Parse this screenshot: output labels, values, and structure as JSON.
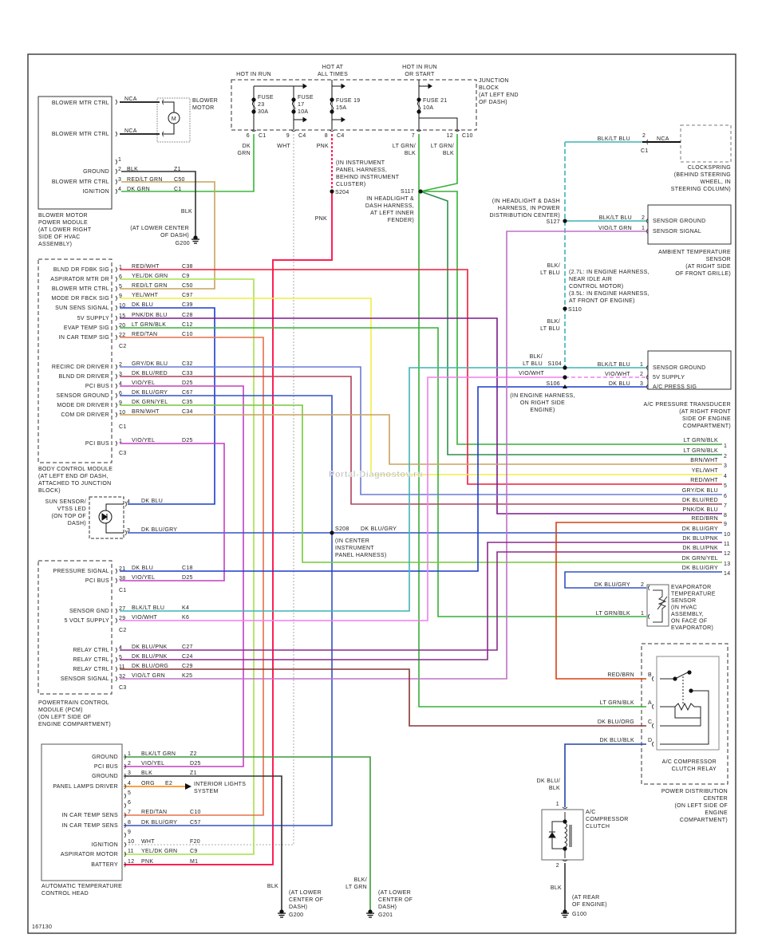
{
  "diagram_id": "167130",
  "watermark": "Portal-Diagnostov.ru",
  "junction_block": {
    "name": [
      "JUNCTION",
      "BLOCK",
      "(AT LEFT END",
      "OF DASH)"
    ],
    "feeds": {
      "hot_in_run": [
        "HOT IN RUN"
      ],
      "hot_at_all_times": [
        "HOT AT",
        "ALL TIMES"
      ],
      "hot_in_run_or_start": [
        "HOT IN RUN",
        "OR START"
      ]
    },
    "fuses": [
      {
        "label": [
          "FUSE",
          "23",
          "30A"
        ]
      },
      {
        "label": [
          "FUSE",
          "17",
          "10A"
        ]
      },
      {
        "label": [
          "FUSE 19",
          "15A"
        ]
      },
      {
        "label": [
          "FUSE 21",
          "10A"
        ]
      }
    ],
    "outputs": [
      {
        "pin": "6",
        "conn": "C1",
        "color": [
          "DK",
          "GRN"
        ]
      },
      {
        "pin": "9",
        "conn": "C4",
        "color": [
          "WHT"
        ]
      },
      {
        "pin": "8",
        "conn": "C4",
        "color": [
          "PNK"
        ]
      },
      {
        "pin": "7",
        "conn": "",
        "color": [
          "LT GRN/",
          "BLK"
        ]
      },
      {
        "pin": "12",
        "conn": "C10",
        "color": [
          "LT GRN/",
          "BLK"
        ]
      }
    ]
  },
  "blower_module": {
    "name": [
      "BLOWER MOTOR",
      "POWER MODULE",
      "(AT LOWER RIGHT",
      "SIDE OF HVAC",
      "ASSEMBLY)"
    ],
    "motor_pins": [
      {
        "label": "BLOWER MTR CTRL",
        "wire": "NCA"
      },
      {
        "label": "BLOWER MTR CTRL",
        "wire": "NCA"
      }
    ],
    "pins": [
      {
        "num": "1",
        "label": "",
        "color": "",
        "circuit": ""
      },
      {
        "num": "2",
        "label": "GROUND",
        "color": "BLK",
        "circuit": "Z1"
      },
      {
        "num": "3",
        "label": "BLOWER MTR CTRL",
        "color": "RED/LT GRN",
        "circuit": "C50"
      },
      {
        "num": "4",
        "label": "IGNITION",
        "color": "DK GRN",
        "circuit": "C1"
      }
    ]
  },
  "blower_motor": {
    "name": [
      "BLOWER",
      "MOTOR"
    ],
    "symbol": "M"
  },
  "ground_g200_upper": {
    "wire": "BLK",
    "location": [
      "(AT LOWER CENTER",
      "OF DASH)"
    ],
    "id": "G200"
  },
  "splices": {
    "s204": {
      "id": "S204",
      "note": [
        "(IN INSTRUMENT",
        "PANEL HARNESS,",
        "BEHIND INSTRUMENT",
        "CLUSTER)"
      ],
      "wire_below": "PNK"
    },
    "s117": {
      "id": "S117",
      "note": [
        "IN HEADLIGHT &",
        "DASH HARNESS,",
        "AT LEFT INNER",
        "FENDER)"
      ]
    },
    "s127": {
      "id": "S127",
      "note": [
        "(IN HEADLIGHT & DASH",
        "HARNESS, IN POWER",
        "DISTRIBUTION CENTER)"
      ]
    },
    "s110": {
      "id": "S110",
      "wire_above": [
        "BLK/",
        "LT BLU"
      ],
      "note": [
        "(2.7L: IN ENGINE HARNESS,",
        "NEAR IDLE AIR",
        "CONTROL MOTOR)",
        "(3.5L: IN ENGINE HARNESS,",
        "AT FRONT OF ENGINE)"
      ],
      "wire_below": [
        "BLK/",
        "LT BLU"
      ]
    },
    "s104": {
      "id": "S104",
      "wire": [
        "BLK/",
        "LT BLU"
      ]
    },
    "s106": {
      "id": "S106",
      "wire": "VIO/WHT",
      "note": [
        "(IN ENGINE HARNESS,",
        "ON RIGHT SIDE",
        "ENGINE)"
      ]
    },
    "s208": {
      "id": "S208",
      "wire": "DK BLU/GRY",
      "note": [
        "(IN CENTER",
        "INSTRUMENT",
        "PANEL HARNESS)"
      ]
    }
  },
  "clockspring": {
    "name": [
      "CLOCKSPRING",
      "(BEHIND STEERING",
      "WHEEL, IN",
      "STEERING COLUMN)"
    ],
    "pin": "2",
    "conn": "C1",
    "wire": "BLK/LT BLU",
    "nca": "NCA"
  },
  "ambient_sensor": {
    "name": [
      "AMBIENT TEMPERATURE",
      "SENSOR",
      "(AT RIGHT SIDE",
      "OF FRONT GRILLE)"
    ],
    "pins": [
      {
        "num": "2",
        "label": "SENSOR GROUND",
        "color": "BLK/LT BLU"
      },
      {
        "num": "1",
        "label": "SENSOR SIGNAL",
        "color": "VIO/LT GRN"
      }
    ]
  },
  "pressure_transducer": {
    "name": [
      "A/C PRESSURE TRANSDUCER",
      "(AT RIGHT FRONT",
      "SIDE OF ENGINE",
      "COMPARTMENT)"
    ],
    "pins": [
      {
        "num": "1",
        "label": "SENSOR GROUND",
        "color": "BLK/LT BLU"
      },
      {
        "num": "2",
        "label": "5V SUPPLY",
        "color": "VIO/WHT"
      },
      {
        "num": "3",
        "label": "A/C PRESS SIG",
        "color": "DK BLU"
      }
    ]
  },
  "bcm": {
    "name": [
      "BODY CONTROL MODULE",
      "(AT LEFT END OF DASH,",
      "ATTACHED TO JUNCTION",
      "BLOCK)"
    ],
    "connectors": [
      {
        "id": "C2",
        "pins": [
          {
            "num": "1",
            "label": "BLND DR FDBK SIG",
            "color": "RED/WHT",
            "circuit": "C38"
          },
          {
            "num": "6",
            "label": "ASPIRATOR MTR DR",
            "color": "YEL/DK GRN",
            "circuit": "C9"
          },
          {
            "num": "5",
            "label": "BLOWER MTR CTRL",
            "color": "RED/LT GRN",
            "circuit": "C50"
          },
          {
            "num": "9",
            "label": "MODE DR FBCK SIG",
            "color": "YEL/WHT",
            "circuit": "C97"
          },
          {
            "num": "10",
            "label": "SUN SENS SIGNAL",
            "color": "DK BLU",
            "circuit": "C39"
          },
          {
            "num": "15",
            "label": "5V SUPPLY",
            "color": "PNK/DK BLU",
            "circuit": "C28"
          },
          {
            "num": "20",
            "label": "EVAP TEMP SIG",
            "color": "LT GRN/BLK",
            "circuit": "C12"
          },
          {
            "num": "22",
            "label": "IN CAR TEMP SIG",
            "color": "RED/TAN",
            "circuit": "C10"
          }
        ]
      },
      {
        "id": "C1",
        "pins": [
          {
            "num": "2",
            "label": "RECIRC DR DRIVER",
            "color": "GRY/DK BLU",
            "circuit": "C32"
          },
          {
            "num": "3",
            "label": "BLND DR DRIVER",
            "color": "DK BLU/RED",
            "circuit": "C33"
          },
          {
            "num": "4",
            "label": "PCI BUS",
            "color": "VIO/YEL",
            "circuit": "D25"
          },
          {
            "num": "6",
            "label": "SENSOR GROUND",
            "color": "DK BLU/GRY",
            "circuit": "C67"
          },
          {
            "num": "9",
            "label": "MODE DR DRIVER",
            "color": "DK GRN/YEL",
            "circuit": "C35"
          },
          {
            "num": "10",
            "label": "COM DR DRIVER",
            "color": "BRN/WHT",
            "circuit": "C34"
          }
        ]
      },
      {
        "id": "C3",
        "pins": [
          {
            "num": "1",
            "label": "PCI BUS",
            "color": "VIO/YEL",
            "circuit": "D25"
          }
        ]
      }
    ]
  },
  "sun_sensor": {
    "name": [
      "SUN SENSOR/",
      "VTSS LED",
      "(ON TOP OF",
      "DASH)"
    ],
    "pins": [
      {
        "num": "4",
        "color": "DK BLU"
      },
      {
        "num": "3",
        "color": "DK BLU/GRY"
      }
    ]
  },
  "pcm": {
    "name": [
      "POWERTRAIN CONTROL",
      "MODULE (PCM)",
      "(ON LEFT SIDE OF",
      "ENGINE COMPARTMENT)"
    ],
    "connectors": [
      {
        "id": "C1",
        "pins": [
          {
            "num": "21",
            "label": "PRESSURE SIGNAL",
            "color": "DK BLU",
            "circuit": "C18"
          },
          {
            "num": "38",
            "label": "PCI BUS",
            "color": "VIO/YEL",
            "circuit": "D25"
          }
        ]
      },
      {
        "id": "C2",
        "pins": [
          {
            "num": "27",
            "label": "SENSOR GND",
            "color": "BLK/LT BLU",
            "circuit": "K4"
          },
          {
            "num": "29",
            "label": "5 VOLT SUPPLY",
            "color": "VIO/WHT",
            "circuit": "K6"
          }
        ]
      },
      {
        "id": "C3",
        "pins": [
          {
            "num": "4",
            "label": "RELAY CTRL",
            "color": "DK BLU/PNK",
            "circuit": "C27"
          },
          {
            "num": "5",
            "label": "RELAY CTRL",
            "color": "DK BLU/PNK",
            "circuit": "C24"
          },
          {
            "num": "11",
            "label": "RELAY CTRL",
            "color": "DK BLU/ORG",
            "circuit": "C29"
          },
          {
            "num": "32",
            "label": "SENSOR SIGNAL",
            "color": "VIO/LT GRN",
            "circuit": "K25"
          }
        ]
      }
    ]
  },
  "atc_head": {
    "name": [
      "AUTOMATIC TEMPERATURE",
      "CONTROL HEAD"
    ],
    "pins": [
      {
        "num": "1",
        "label": "GROUND",
        "color": "BLK/LT GRN",
        "circuit": "Z2"
      },
      {
        "num": "2",
        "label": "PCI BUS",
        "color": "VIO/YEL",
        "circuit": "D25"
      },
      {
        "num": "3",
        "label": "GROUND",
        "color": "BLK",
        "circuit": "Z1"
      },
      {
        "num": "4",
        "label": "PANEL LAMPS DRIVER",
        "color": "ORG",
        "circuit": "E2"
      },
      {
        "num": "5",
        "label": "",
        "color": "",
        "circuit": ""
      },
      {
        "num": "6",
        "label": "",
        "color": "",
        "circuit": ""
      },
      {
        "num": "7",
        "label": "IN CAR TEMP SENS",
        "color": "RED/TAN",
        "circuit": "C10"
      },
      {
        "num": "8",
        "label": "IN CAR TEMP SENS",
        "color": "DK BLU/GRY",
        "circuit": "C57"
      },
      {
        "num": "9",
        "label": "",
        "color": "",
        "circuit": ""
      },
      {
        "num": "10",
        "label": "IGNITION",
        "color": "WHT",
        "circuit": "F20"
      },
      {
        "num": "11",
        "label": "ASPIRATOR MOTOR",
        "color": "YEL/DK GRN",
        "circuit": "C9"
      },
      {
        "num": "12",
        "label": "BATTERY",
        "color": "PNK",
        "circuit": "M1"
      }
    ],
    "interior_lights": [
      "INTERIOR LIGHTS",
      "SYSTEM"
    ]
  },
  "ground_g200": {
    "wire": [
      "BLK"
    ],
    "location": [
      "(AT LOWER",
      "CENTER OF",
      "DASH)"
    ],
    "id": "G200"
  },
  "ground_g201": {
    "wire": [
      "BLK/",
      "LT GRN"
    ],
    "location": [
      "(AT LOWER",
      "CENTER OF",
      "DASH)"
    ],
    "id": "G201"
  },
  "bus_lines": [
    {
      "num": "1",
      "color": "LT GRN/BLK"
    },
    {
      "num": "2",
      "color": "LT GRN/BLK"
    },
    {
      "num": "3",
      "color": "BRN/WHT"
    },
    {
      "num": "4",
      "color": "YEL/WHT"
    },
    {
      "num": "5",
      "color": "RED/WHT"
    },
    {
      "num": "6",
      "color": "GRY/DK BLU"
    },
    {
      "num": "7",
      "color": "DK BLU/RED"
    },
    {
      "num": "8",
      "color": "PNK/DK BLU"
    },
    {
      "num": "9",
      "color": "RED/BRN"
    },
    {
      "num": "10",
      "color": "DK BLU/GRY"
    },
    {
      "num": "11",
      "color": "DK BLU/PNK"
    },
    {
      "num": "12",
      "color": "DK BLU/PNK"
    },
    {
      "num": "13",
      "color": "DK GRN/YEL"
    },
    {
      "num": "14",
      "color": "DK BLU/GRY"
    }
  ],
  "evap_sensor": {
    "name": [
      "EVAPORATOR",
      "TEMPERATURE",
      "SENSOR",
      "(IN HVAC",
      "ASSEMBLY,",
      "ON FACE OF",
      "EVAPORATOR)"
    ],
    "pins": [
      {
        "num": "2",
        "color": "DK BLU/GRY"
      },
      {
        "num": "1",
        "color": "LT GRN/BLK"
      }
    ]
  },
  "clutch_relay": {
    "name": [
      "A/C COMPRESSOR",
      "CLUTCH RELAY"
    ],
    "pins": [
      {
        "num": "B",
        "color": "RED/BRN"
      },
      {
        "num": "A",
        "color": "LT GRN/BLK"
      },
      {
        "num": "C",
        "color": "DK BLU/ORG"
      },
      {
        "num": "D",
        "color": "DK BLU/BLK"
      }
    ]
  },
  "power_distribution_center": {
    "name": [
      "POWER DISTRIBUTION",
      "CENTER",
      "(ON LEFT SIDE OF",
      "ENGINE",
      "COMPARTMENT)"
    ]
  },
  "compressor_clutch": {
    "name": [
      "A/C",
      "COMPRESSOR",
      "CLUTCH"
    ],
    "wire_in": [
      "DK BLU/",
      "BLK"
    ],
    "pin_in": "1",
    "pin_out": "2",
    "wire_out": "BLK",
    "location": [
      "(AT REAR",
      "OF ENGINE)"
    ],
    "ground_id": "G100"
  }
}
